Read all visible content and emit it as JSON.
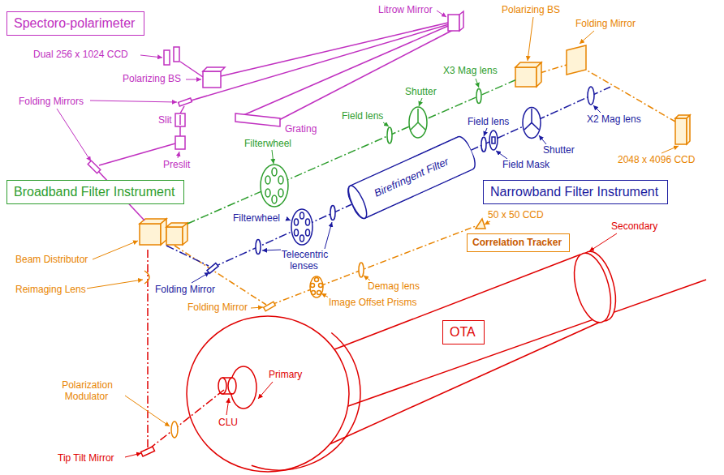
{
  "diagram": {
    "nodes": [
      {
        "text": [
          "Spectoro-polarimeter"
        ]
      },
      {
        "text": [
          "Birefringent Filter"
        ]
      },
      {
        "text": [
          "Broadband Filter Instrument"
        ]
      },
      {
        "text": [
          "Narrowband Filter Instrument"
        ]
      },
      {
        "text": [
          "Correlation Tracker"
        ]
      },
      {
        "text": [
          "OTA"
        ]
      }
    ],
    "labels": [
      "Litrow Mirror",
      "Polarizing BS",
      "Folding Mirror",
      "Dual 256 x 1024 CCD",
      "X3 Mag lens",
      "Polarizing BS",
      "Shutter",
      "Folding Mirrors",
      "Field lens",
      "Slit",
      "Grating",
      "Field lens",
      "Filterwheel",
      "X2 Mag lens",
      "Shutter",
      "2048 x 4096 CCD",
      "Preslit",
      "Field Mask",
      "Filterwheel",
      "Telecentric lenses",
      "50 x 50 CCD",
      "Secondary",
      "Beam Distributor",
      "Reimaging Lens",
      "Folding Mirror",
      "Demag lens",
      "Image Offset Prisms",
      "Folding Mirror",
      "Primary",
      "Polarization Modulator",
      "CLU",
      "Tip Tilt Mirror"
    ]
  }
}
